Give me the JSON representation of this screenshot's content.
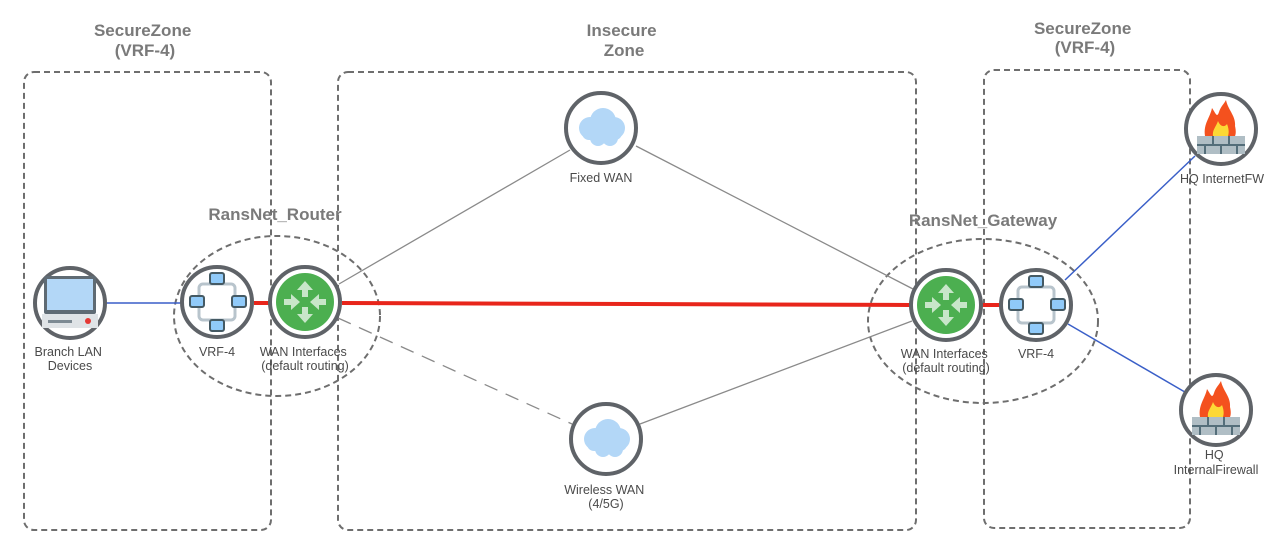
{
  "diagram": {
    "zones": [
      {
        "id": "zone-left",
        "title_lines": [
          "SecureZone",
          "(VRF-4)"
        ]
      },
      {
        "id": "zone-middle",
        "title_lines": [
          "Insecure",
          "Zone"
        ]
      },
      {
        "id": "zone-right",
        "title_lines": [
          "SecureZone",
          "(VRF-4)"
        ]
      }
    ],
    "groups": [
      {
        "id": "router-group",
        "title": "RansNet_Router"
      },
      {
        "id": "gateway-group",
        "title": "RansNet_Gateway"
      }
    ],
    "nodes": [
      {
        "id": "branch-lan",
        "icon": "computer-icon",
        "label_lines": [
          "Branch LAN",
          "Devices"
        ]
      },
      {
        "id": "router-vrf",
        "icon": "switch-icon",
        "label_lines": [
          "VRF-4"
        ]
      },
      {
        "id": "router-wan",
        "icon": "router-icon",
        "label_lines": [
          "WAN Interfaces",
          "(default routing)"
        ]
      },
      {
        "id": "fixed-wan",
        "icon": "cloud-icon",
        "label_lines": [
          "Fixed WAN"
        ]
      },
      {
        "id": "wireless-wan",
        "icon": "cloud-icon",
        "label_lines": [
          "Wireless WAN",
          "(4/5G)"
        ]
      },
      {
        "id": "gateway-wan",
        "icon": "router-icon",
        "label_lines": [
          "WAN Interfaces",
          "(default routing)"
        ]
      },
      {
        "id": "gateway-vrf",
        "icon": "switch-icon",
        "label_lines": [
          "VRF-4"
        ]
      },
      {
        "id": "hq-internet-fw",
        "icon": "firewall-icon",
        "label_lines": [
          "HQ InternetFW"
        ]
      },
      {
        "id": "hq-internal-fw",
        "icon": "firewall-icon",
        "label_lines": [
          "HQ",
          "InternalFirewall"
        ]
      }
    ],
    "links": [
      {
        "from": "branch-lan",
        "to": "router-vrf",
        "style": "blue"
      },
      {
        "from": "router-vrf",
        "to": "router-wan",
        "style": "red"
      },
      {
        "from": "router-wan",
        "to": "gateway-wan",
        "style": "red"
      },
      {
        "from": "gateway-wan",
        "to": "gateway-vrf",
        "style": "red"
      },
      {
        "from": "router-wan",
        "to": "fixed-wan",
        "style": "gray"
      },
      {
        "from": "fixed-wan",
        "to": "gateway-wan",
        "style": "gray"
      },
      {
        "from": "router-wan",
        "to": "wireless-wan",
        "style": "gray-dashed"
      },
      {
        "from": "wireless-wan",
        "to": "gateway-wan",
        "style": "gray"
      },
      {
        "from": "gateway-vrf",
        "to": "hq-internet-fw",
        "style": "blue"
      },
      {
        "from": "gateway-vrf",
        "to": "hq-internal-fw",
        "style": "blue"
      }
    ],
    "colors": {
      "zone_stroke": "#6e6e6e",
      "title_text": "#7a7a7a",
      "label_text": "#4a4a4a",
      "node_ring": "#5f6368",
      "primary_link": "#e8251b",
      "lan_link": "#3a5fc8",
      "wan_link": "#8a8a8a",
      "router_fill": "#4caf50",
      "router_arrows": "#c8e6c9",
      "cloud_fill": "#b3d7f7",
      "switch_port": "#90caf9",
      "flame_outer": "#f4511e",
      "flame_inner": "#fdd835",
      "brick_fill": "#b0bec5"
    }
  }
}
